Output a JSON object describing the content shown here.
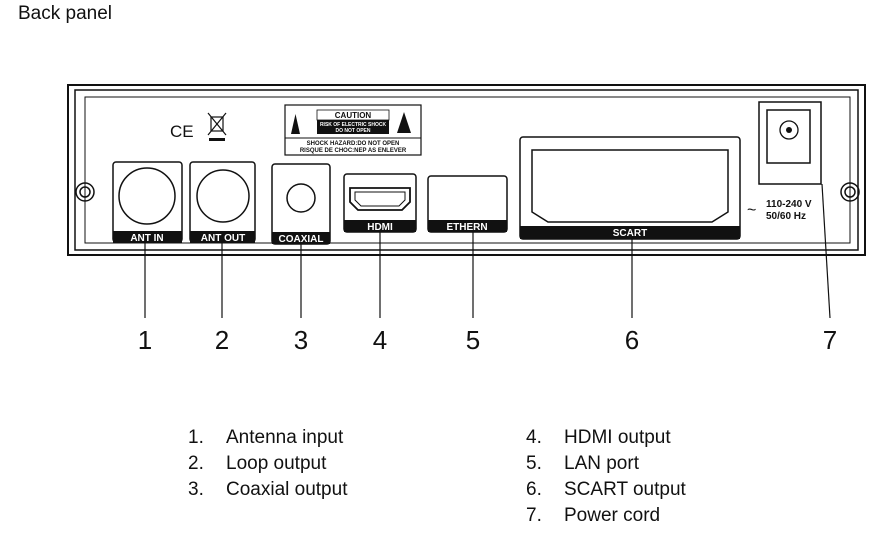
{
  "title": "Back panel",
  "ports": {
    "ant_in": "ANT IN",
    "ant_out": "ANT OUT",
    "coaxial": "COAXIAL",
    "hdmi": "HDMI",
    "ethern": "ETHERN",
    "scart": "SCART"
  },
  "caution": {
    "title": "CAUTION",
    "line1": "RISK OF ELECTRIC SHOCK",
    "line2": "DO NOT OPEN",
    "line3": "SHOCK HAZARD:DO NOT OPEN",
    "line4": "RISQUE DE CHOC:NEP AS ENLEVER"
  },
  "power": {
    "voltage": "110-240 V",
    "freq": "50/60 Hz",
    "symbol": "~"
  },
  "marks": {
    "ce": "CE"
  },
  "callouts": [
    "1",
    "2",
    "3",
    "4",
    "5",
    "6",
    "7"
  ],
  "legend_left": [
    {
      "num": "1.",
      "text": "Antenna input"
    },
    {
      "num": "2.",
      "text": "Loop output"
    },
    {
      "num": "3.",
      "text": "Coaxial output"
    }
  ],
  "legend_right": [
    {
      "num": "4.",
      "text": "HDMI output"
    },
    {
      "num": "5.",
      "text": "LAN port"
    },
    {
      "num": "6.",
      "text": "SCART output"
    },
    {
      "num": "7.",
      "text": "Power cord"
    }
  ]
}
